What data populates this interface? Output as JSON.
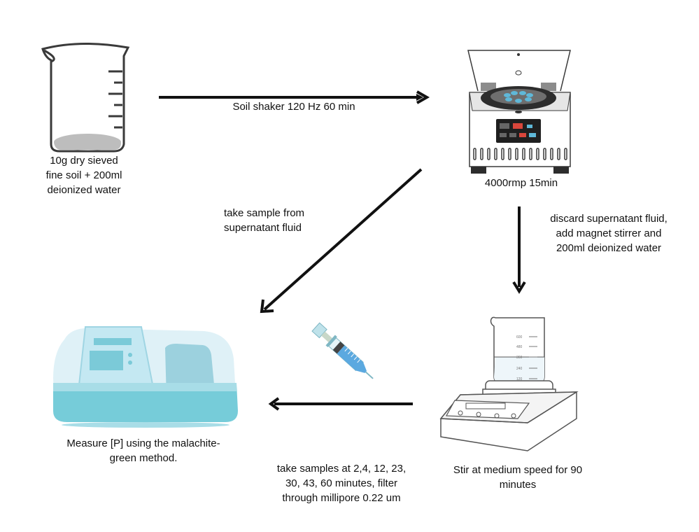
{
  "steps": {
    "beaker_label": [
      "10g dry sieved",
      "fine soil + 200ml",
      "deionized water"
    ],
    "centrifuge_label": "4000rmp 15min",
    "stir_label": [
      "Stir at medium speed for 90",
      "minutes"
    ],
    "measure_label": [
      "Measure [P] using the malachite-",
      "green method."
    ]
  },
  "arrows": {
    "shaker_label": "Soil shaker 120 Hz 60 min",
    "sample_label": [
      "take sample from",
      "supernatant fluid"
    ],
    "discard_label": [
      "discard supernatant fluid,",
      "add magnet stirrer and",
      "200ml deionized water"
    ],
    "samples_label": [
      "take samples at 2,4, 12, 23,",
      "30, 43, 60 minutes,  filter",
      "through millipore 0.22 um"
    ]
  },
  "graduations": {
    "stirrer_beaker": [
      "600",
      "480",
      "360",
      "240",
      "120"
    ]
  }
}
